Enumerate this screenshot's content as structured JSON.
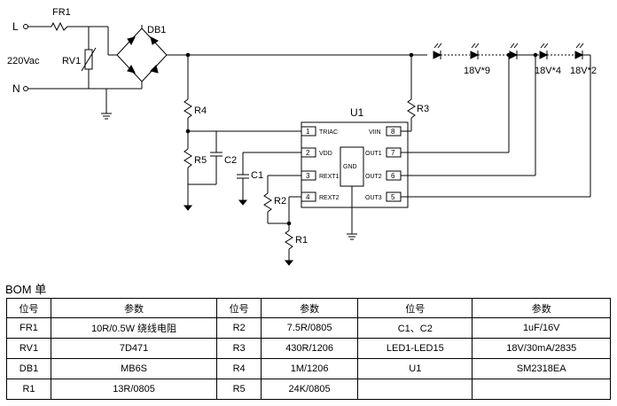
{
  "schematic": {
    "input": {
      "line": "L",
      "neutral": "N",
      "voltage": "220Vac"
    },
    "components": {
      "fr1": "FR1",
      "rv1": "RV1",
      "db1": "DB1",
      "r1": "R1",
      "r2": "R2",
      "r3": "R3",
      "r4": "R4",
      "r5": "R5",
      "c1": "C1",
      "c2": "C2",
      "u1": "U1"
    },
    "ic": {
      "left_pins": [
        {
          "num": "1",
          "name": "TRIAC"
        },
        {
          "num": "2",
          "name": "VDD"
        },
        {
          "num": "3",
          "name": "REXT1"
        },
        {
          "num": "4",
          "name": "REXT2"
        }
      ],
      "right_pins": [
        {
          "num": "8",
          "name": "VIIN"
        },
        {
          "num": "7",
          "name": "OUT1"
        },
        {
          "num": "6",
          "name": "OUT2"
        },
        {
          "num": "5",
          "name": "OUT3"
        }
      ],
      "center_label": "GND"
    },
    "led_groups": [
      "18V*9",
      "18V*4",
      "18V*2"
    ]
  },
  "bom": {
    "title": "BOM 单",
    "headers": [
      "位号",
      "参数",
      "位号",
      "参数",
      "位号",
      "参数"
    ],
    "rows": [
      [
        "FR1",
        "10R/0.5W  绕线电阻",
        "R2",
        "7.5R/0805",
        "C1、C2",
        "1uF/16V"
      ],
      [
        "RV1",
        "7D471",
        "R3",
        "430R/1206",
        "LED1-LED15",
        "18V/30mA/2835"
      ],
      [
        "DB1",
        "MB6S",
        "R4",
        "1M/1206",
        "U1",
        "SM2318EA"
      ],
      [
        "R1",
        "13R/0805",
        "R5",
        "24K/0805",
        "",
        ""
      ]
    ]
  }
}
